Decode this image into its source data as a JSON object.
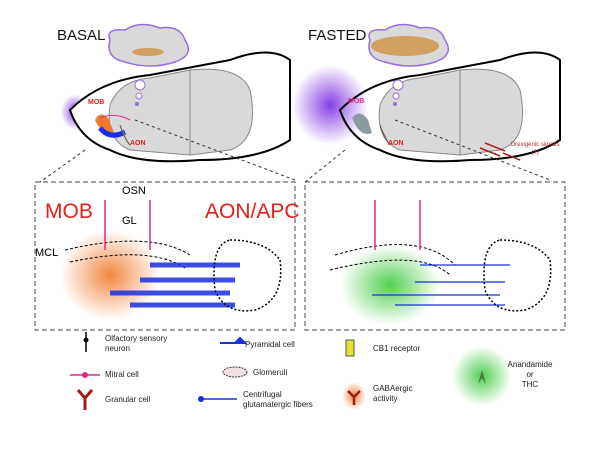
{
  "panels": {
    "basal": {
      "title": "BASAL",
      "mob_label": "MOB",
      "aon_label": "AON"
    },
    "fasted": {
      "title": "FASTED",
      "mob_label": "MOB",
      "aon_label": "AON",
      "orexigenic": {
        "line1": "Orexigenic signals",
        "line2": "(?)"
      }
    }
  },
  "inset_basal": {
    "mob": "MOB",
    "aon_apc": "AON/APC",
    "osn": "OSN",
    "gl": "GL",
    "mcl": "MCL"
  },
  "legend": {
    "olfactory_sensory_neuron": {
      "line1": "Olfactory sensory",
      "line2": "neuron"
    },
    "mitral_cell": "Mitral cell",
    "granular_cell": "Granular cell",
    "pyramidal_cell": "Pyramidal cell",
    "glomeruli": "Glomeruli",
    "centrifugal": {
      "line1": "Centrifugal",
      "line2": "glutamatergic fibers"
    },
    "cb1_receptor": "CB1 receptor",
    "gabaergic": {
      "line1": "GABAergic",
      "line2": "activity"
    },
    "anandamide": {
      "line1": "Anandamide",
      "line2": "or",
      "line3": "THC"
    }
  },
  "colors": {
    "red": "#e3201b",
    "blue": "#1a2fe0",
    "pink": "#e0288a",
    "orange": "#f07a2a",
    "green": "#3ecb3e",
    "purple": "#7a2be0",
    "grey": "#d9d9d9"
  }
}
